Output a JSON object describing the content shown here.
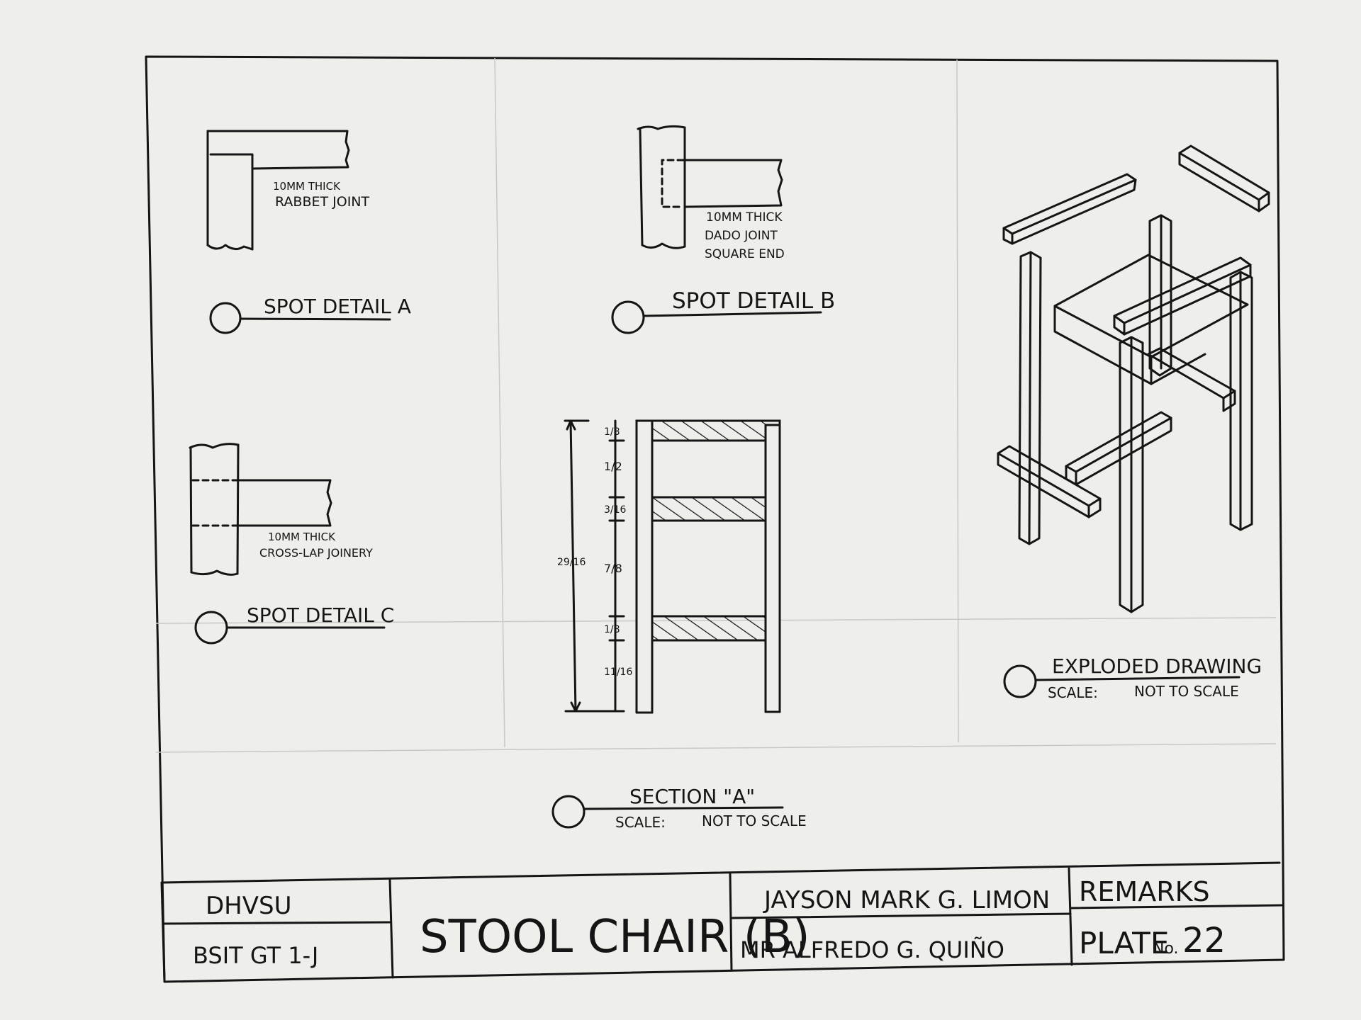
{
  "paper_color": "#eeeeeb",
  "ink_color": "#151515",
  "details": {
    "a": {
      "note_line1": "10MM THICK",
      "note_line2": "RABBET JOINT",
      "label": "SPOT DETAIL A"
    },
    "b": {
      "note_line1": "10MM THICK",
      "note_line2": "DADO JOINT",
      "note_line3": "SQUARE END",
      "label": "SPOT DETAIL B"
    },
    "c": {
      "note_line1": "10MM THICK",
      "note_line2": "CROSS-LAP JOINERY",
      "label": "SPOT DETAIL C"
    }
  },
  "section": {
    "overall_dim": "29/16",
    "dims": [
      "1/8",
      "1/2",
      "3/16",
      "7/8",
      "1/8",
      "11/16"
    ],
    "label": "SECTION \"A\"",
    "scale_label": "SCALE:",
    "scale_value": "NOT TO SCALE"
  },
  "exploded": {
    "label": "EXPLODED DRAWING",
    "scale_label": "SCALE:",
    "scale_value": "NOT TO SCALE"
  },
  "title_block": {
    "school": "DHVSU",
    "section": "BSIT GT 1-J",
    "title": "STOOL CHAIR (B)",
    "student": "JAYSON MARK G. LIMON",
    "instructor": "MR ALFREDO G. QUIÑO",
    "remarks_label": "REMARKS",
    "plate_label": "PLATE",
    "plate_no_label": "No.",
    "plate_number": "22"
  }
}
